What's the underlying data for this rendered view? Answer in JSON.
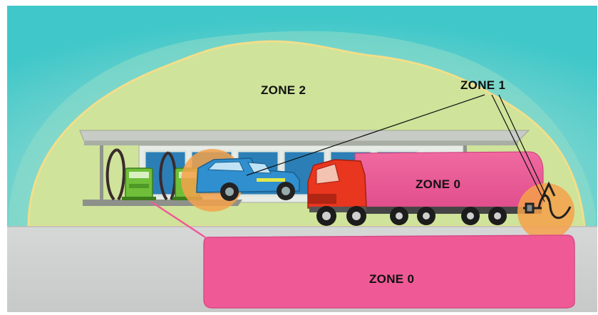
{
  "labels": {
    "zone2": "ZONE 2",
    "zone1": "ZONE 1",
    "zone0_tanker": "ZONE 0",
    "zone0_underground": "ZONE 0"
  },
  "colors": {
    "sky": "#3fc7c9",
    "zone2_fill": "#cfe39a",
    "zone1_fill": "#f4a14a",
    "zone0_fill": "#ef5a96",
    "ground": "#cfd1d0",
    "truck_cab": "#e8361f",
    "jeep": "#2f8fcf",
    "pump": "#6fbf3a",
    "leader_line": "#111111"
  },
  "icons": [
    "fuel-pump-icon",
    "jeep-icon",
    "tanker-truck-icon",
    "fill-hose-icon"
  ]
}
